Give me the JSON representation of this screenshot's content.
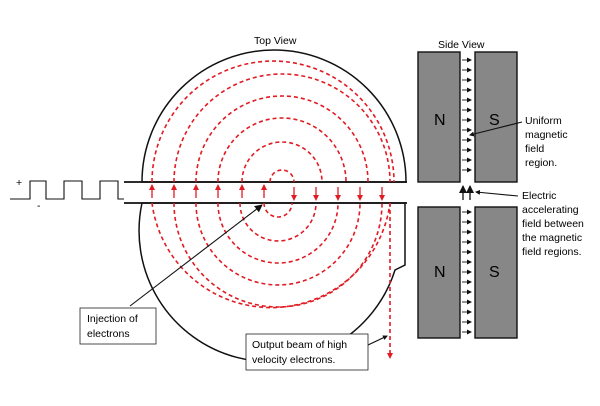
{
  "top_view_title": "Top View",
  "side_view_title": "Side View",
  "signal_plus": "+",
  "signal_minus": "-",
  "magnet_top_n": "N",
  "magnet_top_s": "S",
  "magnet_bottom_n": "N",
  "magnet_bottom_s": "S",
  "uniform_field_label": [
    "Uniform",
    "magnetic",
    "field",
    "region."
  ],
  "electric_field_label": [
    "Electric",
    "accelerating",
    "field between",
    "the magnetic",
    "field regions."
  ],
  "injection_label": [
    "Injection of",
    "electrons"
  ],
  "output_label": [
    "Output beam of high",
    "velocity electrons."
  ],
  "colors": {
    "electron_path": "#e21b23",
    "magnet_fill": "#878787",
    "outline": "#111111"
  }
}
